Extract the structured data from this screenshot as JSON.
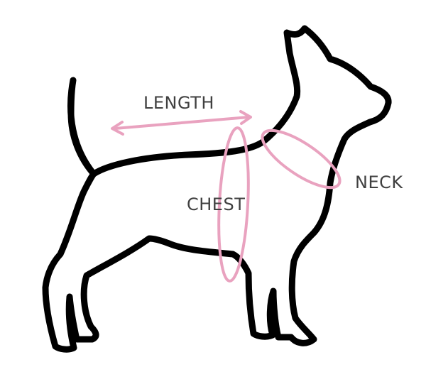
{
  "labels": {
    "length": "LENGTH",
    "chest": "CHEST",
    "neck": "NECK"
  },
  "colors": {
    "outline": "#000000",
    "measure": "#e9a2bf",
    "text": "#404040"
  }
}
